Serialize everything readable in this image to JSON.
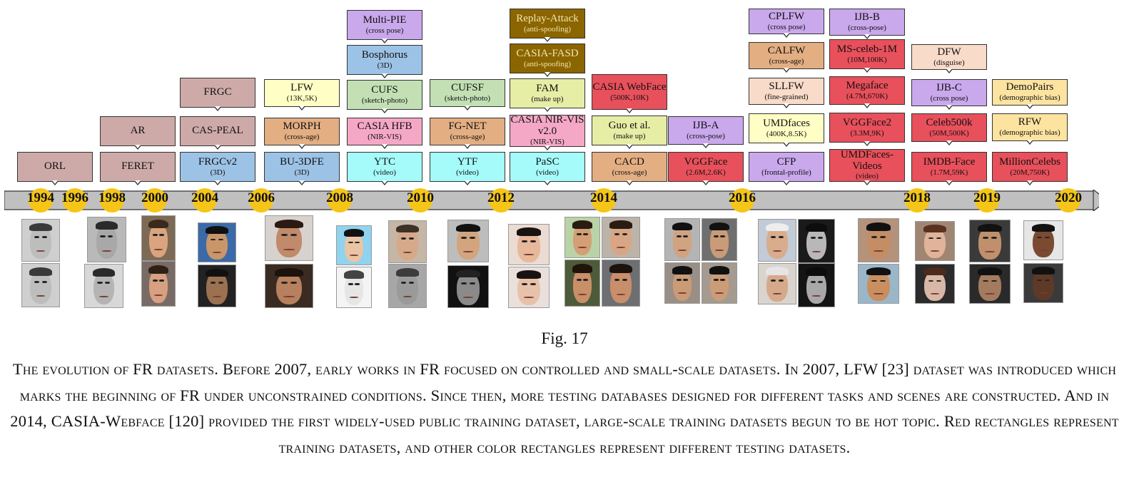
{
  "colors": {
    "pink": "#cdaaa8",
    "blue": "#9cc3e6",
    "yellow": "#ffffc5",
    "orange": "#e3ae82",
    "violet": "#c9a8ec",
    "green": "#c2e0b4",
    "cyan": "#a5fafa",
    "magenta": "#f5a8c6",
    "olive": "#8b6500",
    "khaki": "#e6eda5",
    "red": "#e8505b",
    "peach": "#f9dbc9",
    "cream": "#fde3a0",
    "axis": "#c0c0c0",
    "year_dot": "#f5c518"
  },
  "years": [
    "1994",
    "1996",
    "1998",
    "2000",
    "2004",
    "2006",
    "2008",
    "2010",
    "2012",
    "2014",
    "2016",
    "2018",
    "2019",
    "2020"
  ],
  "datasets": [
    {
      "name": "ORL",
      "sub": "",
      "color": "pink"
    },
    {
      "name": "AR",
      "sub": "",
      "color": "pink"
    },
    {
      "name": "FERET",
      "sub": "",
      "color": "pink"
    },
    {
      "name": "FRGC",
      "sub": "",
      "color": "pink"
    },
    {
      "name": "CAS-PEAL",
      "sub": "",
      "color": "pink"
    },
    {
      "name": "FRGCv2",
      "sub": "(3D)",
      "color": "blue"
    },
    {
      "name": "LFW",
      "sub": "(13K,5K)",
      "color": "yellow"
    },
    {
      "name": "MORPH",
      "sub": "(cross-age)",
      "color": "orange"
    },
    {
      "name": "BU-3DFE",
      "sub": "(3D)",
      "color": "blue"
    },
    {
      "name": "Multi-PIE",
      "sub": "(cross pose)",
      "color": "violet"
    },
    {
      "name": "Bosphorus",
      "sub": "(3D)",
      "color": "blue"
    },
    {
      "name": "CUFS",
      "sub": "(sketch-photo)",
      "color": "green"
    },
    {
      "name": "CASIA HFB",
      "sub": "(NIR-VIS)",
      "color": "magenta"
    },
    {
      "name": "YTC",
      "sub": "(video)",
      "color": "cyan"
    },
    {
      "name": "CUFSF",
      "sub": "(sketch-photo)",
      "color": "green"
    },
    {
      "name": "FG-NET",
      "sub": "(cross-age)",
      "color": "orange"
    },
    {
      "name": "YTF",
      "sub": "(video)",
      "color": "cyan"
    },
    {
      "name": "Replay-Attack",
      "sub": "(anti-spoofing)",
      "color": "olive"
    },
    {
      "name": "CASIA-FASD",
      "sub": "(anti-spoofing)",
      "color": "olive"
    },
    {
      "name": "FAM",
      "sub": "(make up)",
      "color": "khaki"
    },
    {
      "name": "CASIA NIR-VIS v2.0",
      "sub": "(NIR-VIS)",
      "color": "magenta"
    },
    {
      "name": "PaSC",
      "sub": "(video)",
      "color": "cyan"
    },
    {
      "name": "CASIA WebFace",
      "sub": "(500K,10K)",
      "color": "red"
    },
    {
      "name": "Guo et al.",
      "sub": "(make up)",
      "color": "khaki"
    },
    {
      "name": "CACD",
      "sub": "(cross-age)",
      "color": "orange"
    },
    {
      "name": "IJB-A",
      "sub": "(cross-pose)",
      "color": "violet"
    },
    {
      "name": "VGGFace",
      "sub": "(2.6M,2.6K)",
      "color": "red"
    },
    {
      "name": "CPLFW",
      "sub": "(cross pose)",
      "color": "violet"
    },
    {
      "name": "CALFW",
      "sub": "(cross-age)",
      "color": "orange"
    },
    {
      "name": "SLLFW",
      "sub": "(fine-grained)",
      "color": "peach"
    },
    {
      "name": "UMDfaces",
      "sub": "(400K,8.5K)",
      "color": "yellow"
    },
    {
      "name": "CFP",
      "sub": "(frontal-profile)",
      "color": "violet"
    },
    {
      "name": "IJB-B",
      "sub": "(cross-pose)",
      "color": "violet"
    },
    {
      "name": "MS-celeb-1M",
      "sub": "(10M,100K)",
      "color": "red"
    },
    {
      "name": "Megaface",
      "sub": "(4.7M,670K)",
      "color": "red"
    },
    {
      "name": "VGGFace2",
      "sub": "(3.3M,9K)",
      "color": "red"
    },
    {
      "name": "UMDFaces-Videos",
      "sub": "(video)",
      "color": "red"
    },
    {
      "name": "DFW",
      "sub": "(disguise)",
      "color": "peach"
    },
    {
      "name": "IJB-C",
      "sub": "(cross pose)",
      "color": "violet"
    },
    {
      "name": "Celeb500k",
      "sub": "(50M,500K)",
      "color": "red"
    },
    {
      "name": "IMDB-Face",
      "sub": "(1.7M,59K)",
      "color": "red"
    },
    {
      "name": "DemoPairs",
      "sub": "(demographic bias)",
      "color": "cream"
    },
    {
      "name": "RFW",
      "sub": "(demographic bias)",
      "color": "cream"
    },
    {
      "name": "MillionCelebs",
      "sub": "(20M,750K)",
      "color": "red"
    }
  ],
  "figure_label": "Fig. 17",
  "caption": "The evolution of FR datasets. Before 2007, early works in FR focused on controlled and small-scale datasets. In 2007, LFW [23] dataset was introduced which marks the beginning of FR under unconstrained conditions. Since then, more testing databases designed for different tasks and scenes are constructed. And in 2014, CASIA-Webface [120] provided the first widely-used public training dataset, large-scale training datasets begun to be hot topic. Red rectangles represent training datasets, and other color rectangles represent different testing datasets."
}
